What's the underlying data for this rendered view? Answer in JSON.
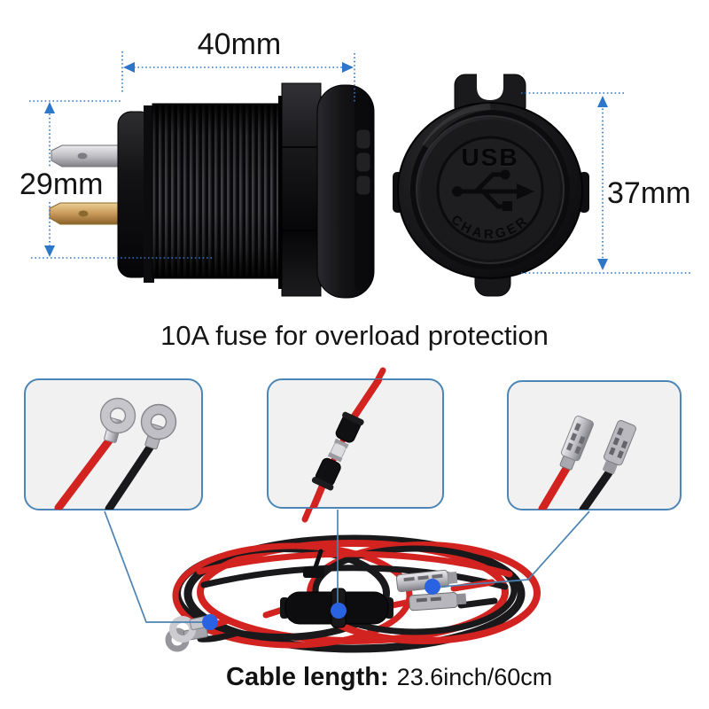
{
  "dimensions": {
    "width_label": "40mm",
    "height_left_label": "29mm",
    "height_right_label": "37mm"
  },
  "product": {
    "cap_text_top": "USB",
    "cap_text_bottom": "CHARGER"
  },
  "headline": "10A fuse for overload protection",
  "footer": {
    "label": "Cable length:",
    "value": "23.6inch/60cm"
  },
  "callout_panels": [
    "ring-terminals",
    "inline-fuse-holder",
    "spade-connectors"
  ],
  "icons": [
    "usb-trident-icon"
  ],
  "colors": {
    "dimension_blue": "#2E76C8",
    "callout_line_blue": "#4C83B4",
    "marker_dot_blue": "#2A63E2",
    "panel_border_blue": "#4C86B6",
    "panel_background": "#F1F1F2",
    "wire_red": "#D22320",
    "wire_black": "#19191B"
  }
}
